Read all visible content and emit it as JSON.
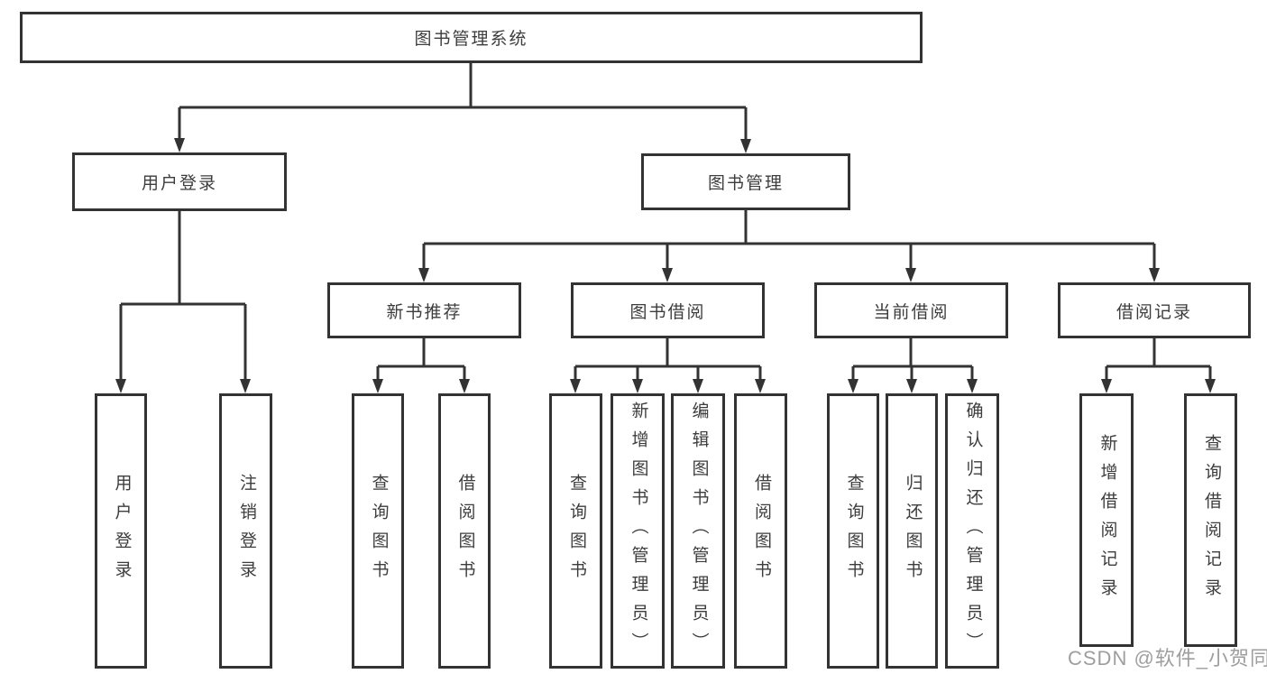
{
  "tree": {
    "root": {
      "label": "图书管理系统"
    },
    "level2": [
      {
        "id": "user-login-group",
        "label": "用户登录",
        "parent": "图书管理系统"
      },
      {
        "id": "book-management-group",
        "label": "图书管理",
        "parent": "图书管理系统"
      }
    ],
    "level3": [
      {
        "id": "new-book-recommend",
        "label": "新书推荐",
        "parent": "图书管理"
      },
      {
        "id": "book-borrow",
        "label": "图书借阅",
        "parent": "图书管理"
      },
      {
        "id": "current-borrow",
        "label": "当前借阅",
        "parent": "图书管理"
      },
      {
        "id": "borrow-records",
        "label": "借阅记录",
        "parent": "图书管理"
      }
    ],
    "leaves": [
      {
        "label": "用户登录",
        "parent": "用户登录"
      },
      {
        "label": "注销登录",
        "parent": "用户登录"
      },
      {
        "label": "查询图书",
        "parent": "新书推荐"
      },
      {
        "label": "借阅图书",
        "parent": "新书推荐"
      },
      {
        "label": "查询图书",
        "parent": "图书借阅"
      },
      {
        "label": "新增图书（管理员）",
        "parent": "图书借阅"
      },
      {
        "label": "编辑图书（管理员）",
        "parent": "图书借阅"
      },
      {
        "label": "借阅图书",
        "parent": "图书借阅"
      },
      {
        "label": "查询图书",
        "parent": "当前借阅"
      },
      {
        "label": "归还图书",
        "parent": "当前借阅"
      },
      {
        "label": "确认归还（管理员）",
        "parent": "当前借阅"
      },
      {
        "label": "新增借阅记录",
        "parent": "借阅记录"
      },
      {
        "label": "查询借阅记录",
        "parent": "借阅记录"
      }
    ]
  },
  "watermark": {
    "text": "CSDN @软件_小贺同学"
  },
  "colors": {
    "line": "#333333",
    "box_border": "#333333",
    "text": "#3d3d3d",
    "background": "#ffffff",
    "watermark": "#9e9e9e"
  }
}
